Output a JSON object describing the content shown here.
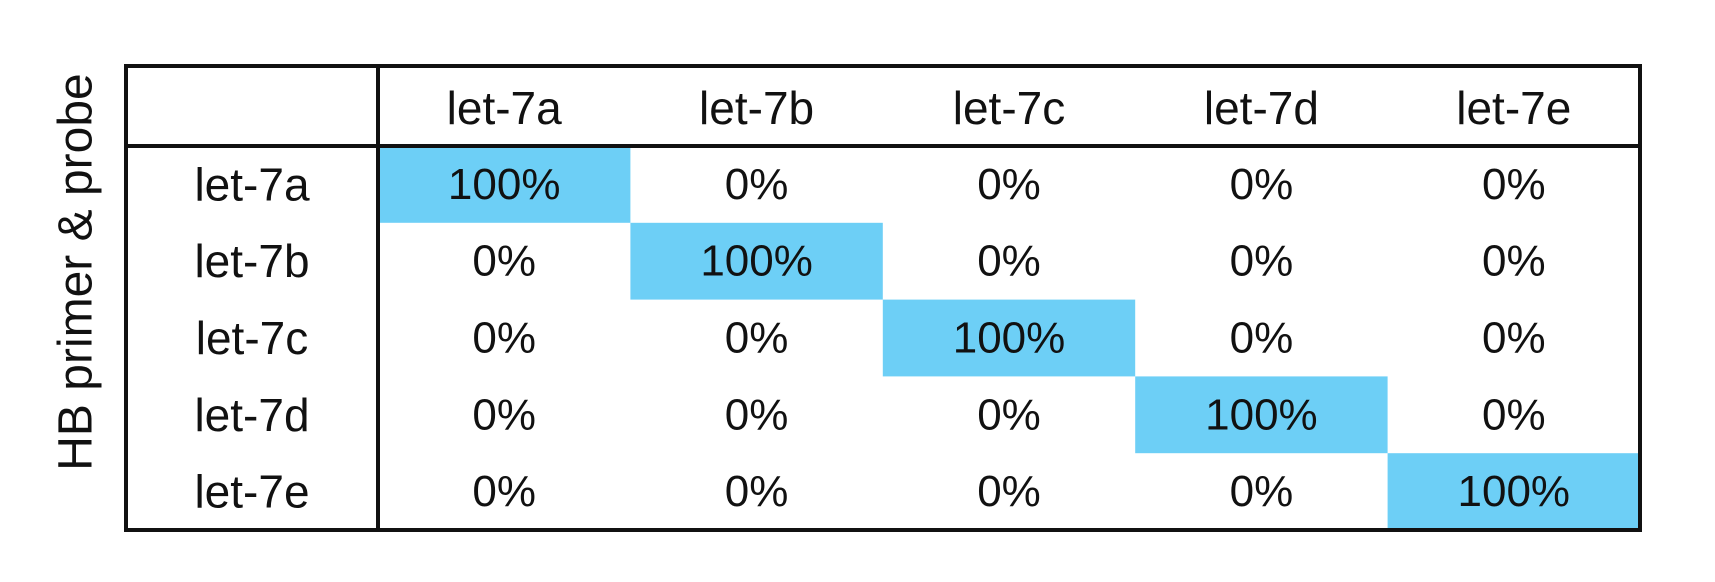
{
  "chart_data": {
    "type": "table",
    "row_header_label": "HB primer & probe",
    "column_headers": [
      "let-7a",
      "let-7b",
      "let-7c",
      "let-7d",
      "let-7e"
    ],
    "row_headers": [
      "let-7a",
      "let-7b",
      "let-7c",
      "let-7d",
      "let-7e"
    ],
    "cells": [
      [
        "100%",
        "0%",
        "0%",
        "0%",
        "0%"
      ],
      [
        "0%",
        "100%",
        "0%",
        "0%",
        "0%"
      ],
      [
        "0%",
        "0%",
        "100%",
        "0%",
        "0%"
      ],
      [
        "0%",
        "0%",
        "0%",
        "100%",
        "0%"
      ],
      [
        "0%",
        "0%",
        "0%",
        "0%",
        "100%"
      ]
    ],
    "values": [
      [
        100,
        0,
        0,
        0,
        0
      ],
      [
        0,
        100,
        0,
        0,
        0
      ],
      [
        0,
        0,
        100,
        0,
        0
      ],
      [
        0,
        0,
        0,
        100,
        0
      ],
      [
        0,
        0,
        0,
        0,
        100
      ]
    ],
    "highlight_color": "#6dcff6",
    "border_color": "#111111"
  }
}
